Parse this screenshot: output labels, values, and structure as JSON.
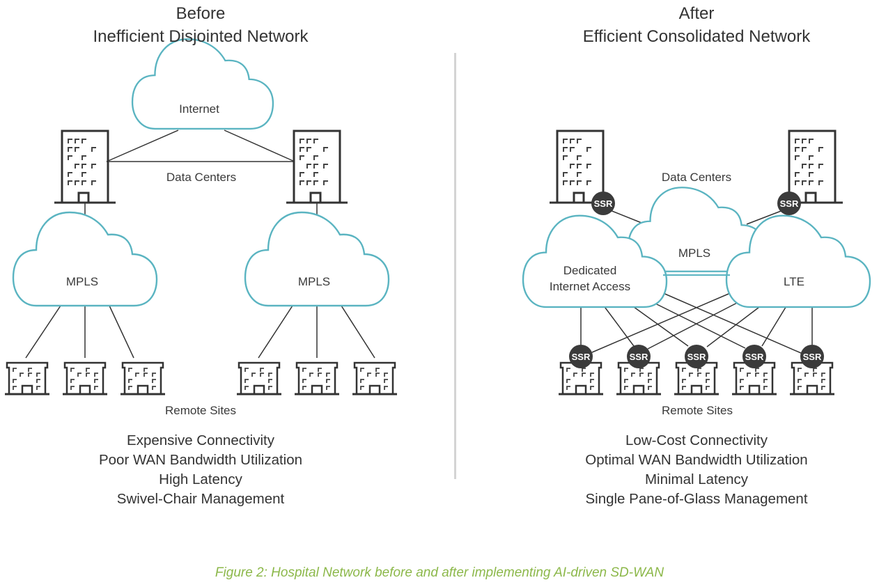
{
  "colors": {
    "cloud_stroke": "#5ab4c1",
    "line": "#333333",
    "ssr_fill": "#3b3b3b",
    "caption": "#8cb84a",
    "divider": "#d4d4d4"
  },
  "before": {
    "heading": "Before",
    "subheading": "Inefficient Disjointed Network",
    "clouds": {
      "internet": "Internet",
      "mpls_left": "MPLS",
      "mpls_right": "MPLS"
    },
    "data_centers_label": "Data Centers",
    "remote_sites_label": "Remote Sites",
    "benefits": [
      "Expensive Connectivity",
      "Poor WAN Bandwidth Utilization",
      "High Latency",
      "Swivel-Chair Management"
    ]
  },
  "after": {
    "heading": "After",
    "subheading": "Efficient Consolidated Network",
    "clouds": {
      "mpls": "MPLS",
      "dia_line1": "Dedicated",
      "dia_line2": "Internet Access",
      "lte": "LTE"
    },
    "ssr_label": "SSR",
    "data_centers_label": "Data Centers",
    "remote_sites_label": "Remote Sites",
    "benefits": [
      "Low-Cost Connectivity",
      "Optimal WAN Bandwidth Utilization",
      "Minimal Latency",
      "Single Pane-of-Glass Management"
    ]
  },
  "caption": "Figure 2: Hospital Network before and after implementing AI-driven SD-WAN"
}
